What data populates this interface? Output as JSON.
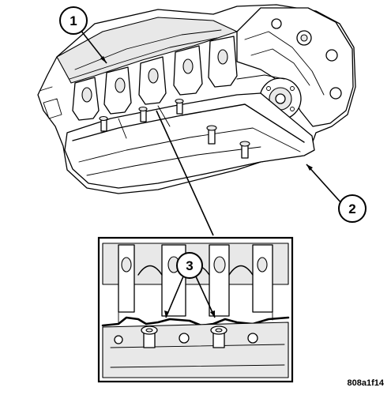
{
  "figure": {
    "callouts": [
      {
        "id": "1",
        "label": "1"
      },
      {
        "id": "2",
        "label": "2"
      },
      {
        "id": "3",
        "label": "3"
      }
    ],
    "figure_code": "808a1f14"
  }
}
